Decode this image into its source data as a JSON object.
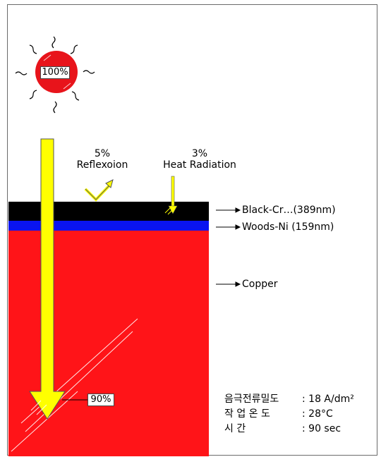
{
  "sun": {
    "label": "100%",
    "color": "#e8141b"
  },
  "reflection": {
    "percent": "5%",
    "label": "Reflexoion"
  },
  "heat": {
    "percent": "3%",
    "label": "Heat Radiation"
  },
  "absorbed": {
    "label": "90%"
  },
  "layers": [
    {
      "label": "Black-Cr…(389nm)",
      "color": "#000000"
    },
    {
      "label": "Woods-Ni (159nm)",
      "color": "#0a14f0"
    },
    {
      "label": "Copper",
      "color": "#ff1418"
    }
  ],
  "arrow_color": "#ffff00",
  "conditions": [
    {
      "key": "음극전류밀도",
      "value": ": 18 A/dm²"
    },
    {
      "key": "작  업  온  도",
      "value": ": 28°C"
    },
    {
      "key": "시          간",
      "value": ": 90 sec"
    }
  ]
}
